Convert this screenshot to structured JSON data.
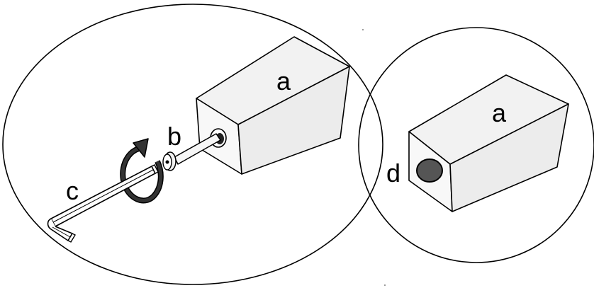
{
  "labels": {
    "left_block": "a",
    "screw": "b",
    "hex_key": "c",
    "right_block": "a",
    "hole": "d"
  },
  "colors": {
    "line": "#000000",
    "hole_fill": "#555555",
    "arrow_fill": "#333333"
  }
}
